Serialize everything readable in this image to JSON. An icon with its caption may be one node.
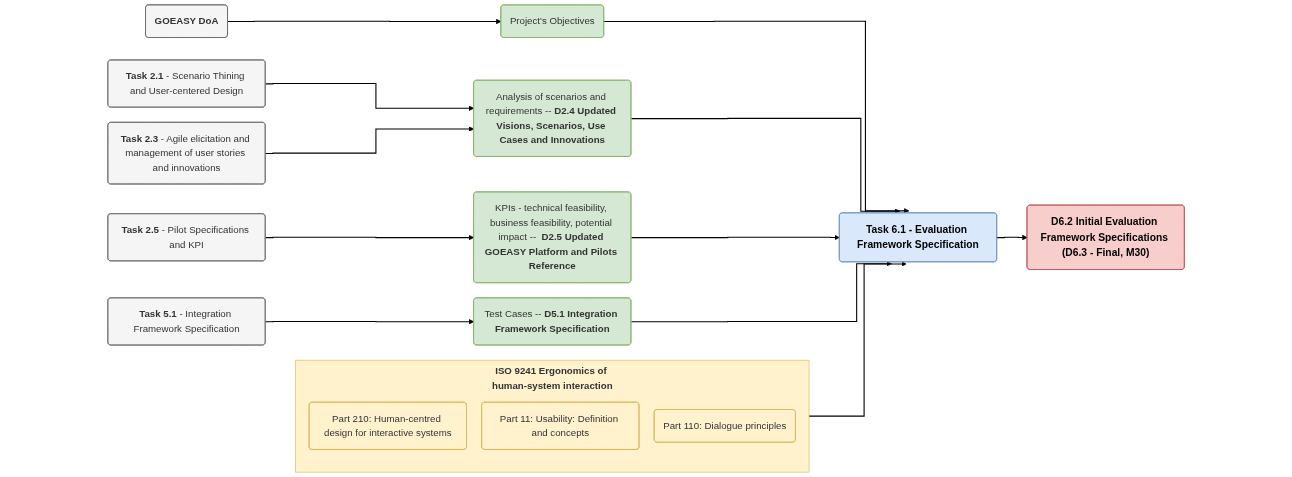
{
  "diagram": {
    "nodes": [
      {
        "text": [
          "GOEASY DoA"
        ]
      },
      {
        "text": [
          "Project's Objectives"
        ]
      },
      {
        "text": [
          "**Task 2.1** - Scenario Thining and User-centered Design"
        ]
      },
      {
        "text": [
          "**Task 2.3** - Agile elicitation and management of user stories and innovations"
        ]
      },
      {
        "text": [
          "Analysis of scenarios and requirements -- **D2.4 Updated Visions, Scenarios, Use Cases and Innovations**"
        ]
      },
      {
        "text": [
          "**Task 2.5** - Pilot Specifications and KPI"
        ]
      },
      {
        "text": [
          "KPIs - technical feasibility, business feasibility, potential impact --  **D2.5 Updated GOEASY Platform and Pilots Reference**"
        ]
      },
      {
        "text": [
          "**Task 5.1** - Integration Framework Specification"
        ]
      },
      {
        "text": [
          "Test Cases -- **D5.1 Integration Framework Specification**"
        ]
      },
      {
        "text": [
          "ISO 9241 Ergonomics of human-system interaction"
        ]
      },
      {
        "text": [
          "Part 210: Human-centred design for interactive systems"
        ],
        "in": 9
      },
      {
        "text": [
          "Part 11: Usability: Definition and concepts"
        ],
        "in": 9
      },
      {
        "text": [
          "Part 110: Dialogue principles"
        ],
        "in": 9
      },
      {
        "text": [
          "Task 6.1 - Evaluation Framework Specification"
        ]
      },
      {
        "text": [
          "D6.2 Initial Evaluation Framework Specifications (D6.3 - Final, M30)"
        ]
      }
    ],
    "edges": [
      {
        "from": 0,
        "to": 1,
        "arrow": "to"
      },
      {
        "from": 2,
        "to": 4,
        "arrow": "to"
      },
      {
        "from": 3,
        "to": 4,
        "arrow": "to"
      },
      {
        "from": 5,
        "to": 6,
        "arrow": "to"
      },
      {
        "from": 7,
        "to": 8,
        "arrow": "to"
      },
      {
        "from": 1,
        "to": 13,
        "arrow": "to"
      },
      {
        "from": 4,
        "to": 13,
        "arrow": "to"
      },
      {
        "from": 6,
        "to": 13,
        "arrow": "to"
      },
      {
        "from": 8,
        "to": 13,
        "arrow": "to"
      },
      {
        "from": 9,
        "to": 13,
        "arrow": "to"
      },
      {
        "from": 13,
        "to": 14,
        "arrow": "to"
      }
    ]
  }
}
